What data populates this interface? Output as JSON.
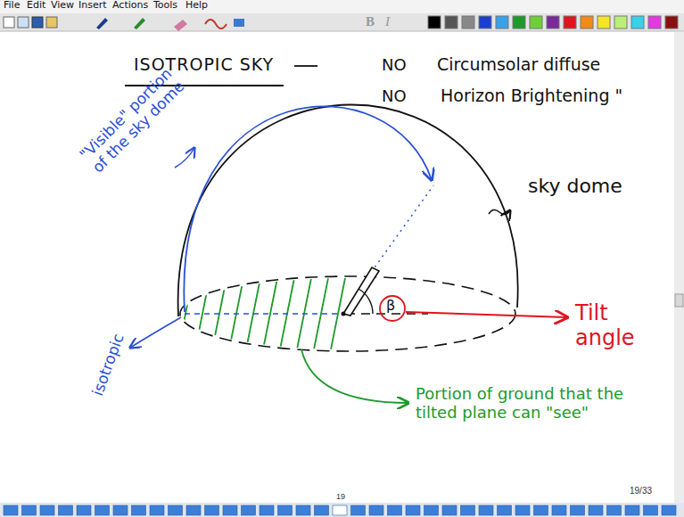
{
  "diagram": {
    "labels": [
      "File",
      "Edit",
      "View",
      "Insert",
      "Actions",
      "Tools",
      "Help",
      "B",
      "I",
      "ISOTROPIC SKY",
      "NO",
      "Circumsolar diffuse",
      "NO",
      "Horizon Brightening \"",
      "\"Visible\" portion of the sky dome",
      "sky dome",
      "isotropic",
      "β",
      "Tilt angle",
      "Portion of ground that the tilted plane can \"see\"",
      "19/33",
      "19"
    ]
  }
}
